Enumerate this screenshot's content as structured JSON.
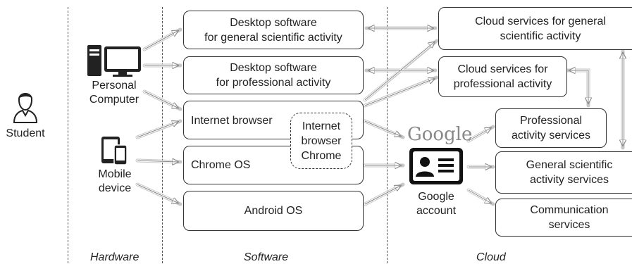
{
  "actor": {
    "label": "Student",
    "icon": "student-icon"
  },
  "hardware": [
    {
      "label": "Personal\nComputer",
      "icon": "desktop-computer-icon"
    },
    {
      "label": "Mobile\ndevice",
      "icon": "mobile-devices-icon"
    }
  ],
  "software": [
    {
      "label": "Desktop software\nfor general scientific activity"
    },
    {
      "label": "Desktop software\nfor professional activity"
    },
    {
      "label": "Internet browser"
    },
    {
      "label": "Chrome OS"
    },
    {
      "label": "Android OS"
    }
  ],
  "browser_chrome": {
    "label": "Internet\nbrowser\nChrome"
  },
  "google": {
    "logo_text": "Google",
    "account_label": "Google\naccount",
    "icon": "google-account-card-icon"
  },
  "cloud": [
    {
      "label": "Cloud services for general\nscientific activity"
    },
    {
      "label": "Cloud services for\nprofessional activity"
    },
    {
      "label": "Professional\nactivity services"
    },
    {
      "label": "General scientific\nactivity services"
    },
    {
      "label": "Communication\nservices"
    }
  ],
  "sections": {
    "hardware": "Hardware",
    "software": "Software",
    "cloud": "Cloud"
  },
  "colors": {
    "stroke": "#333333",
    "arrow": "#888888",
    "google_blue": "#4285F4",
    "google_red": "#EA4335",
    "google_yellow": "#FBBC05",
    "google_green": "#34A853"
  }
}
